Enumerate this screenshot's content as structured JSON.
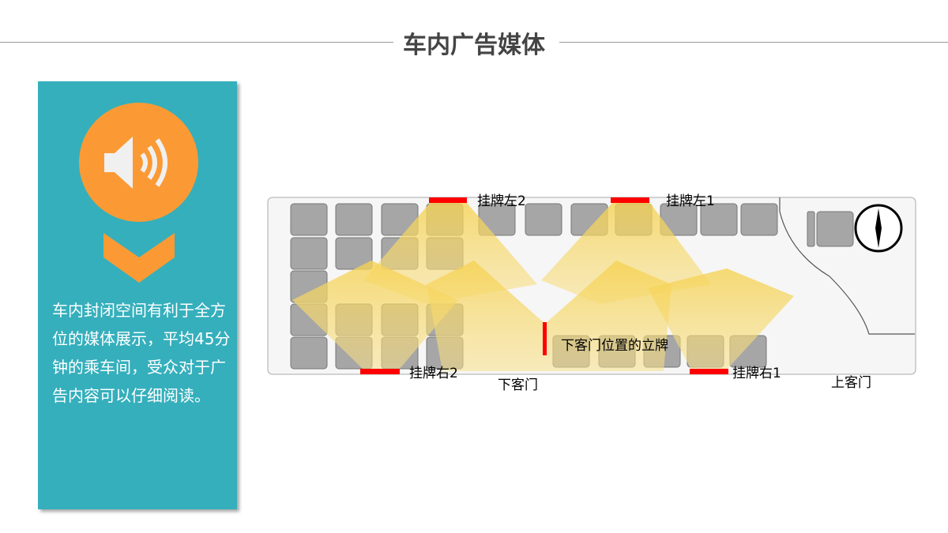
{
  "title": "车内广告媒体",
  "panel": {
    "icon": "speaker-icon",
    "description": "车内封闭空间有利于全方位的媒体展示，平均45分钟的乘车间，受众对于广告内容可以仔细阅读。"
  },
  "diagram": {
    "labels": {
      "left2": "挂牌左2",
      "left1": "挂牌左1",
      "right2": "挂牌右2",
      "right1": "挂牌右1",
      "door_sign": "下客门位置的立牌",
      "exit_door": "下客门",
      "entry_door": "上客门"
    }
  },
  "colors": {
    "panel": "#35afbc",
    "accent": "#fb9a34",
    "ad": "#ff0000",
    "beam": "#f5d660"
  }
}
